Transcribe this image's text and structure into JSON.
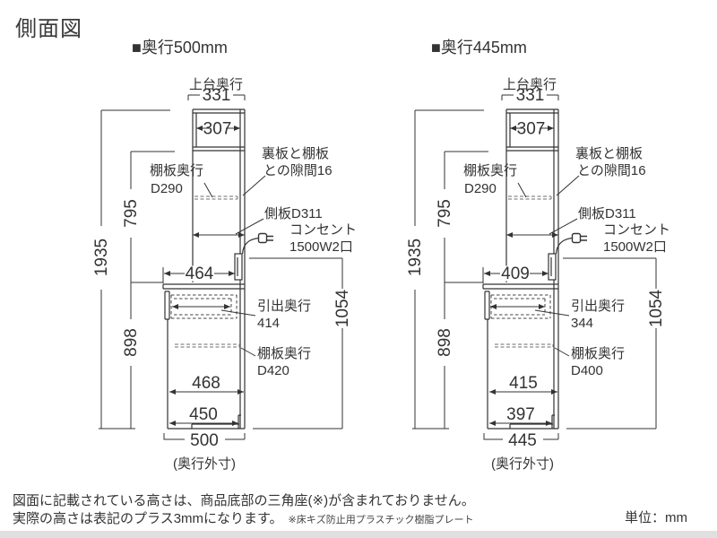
{
  "page": {
    "title": "側面図",
    "unit_label": "単位：mm",
    "footnote_line1": "図面に記載されている高さは、商品底部の三角座(※)が含まれておりません。",
    "footnote_line2": "実際の高さは表記のプラス3mmになります。",
    "footnote_small": "※床キズ防止用プラスチック樹脂プレート"
  },
  "colors": {
    "line": "#333333",
    "text": "#333333",
    "dashed_shelf": "#8a8a8a",
    "background": "#ffffff",
    "bottom_bar": "#e0e0e0"
  },
  "diagrams": [
    {
      "heading": "■奥行500mm",
      "top_depth_label": "上台奥行",
      "top_outer_width": "331",
      "top_inner_width": "307",
      "upper_shelf_label1": "棚板奥行",
      "upper_shelf_label2": "D290",
      "back_gap_label1": "裏板と棚板",
      "back_gap_label2": "との隙間16",
      "side_panel_label": "側板D311",
      "outlet_label1": "コンセント",
      "outlet_label2": "1500W2口",
      "counter_depth": "464",
      "drawer_label1": "引出奥行",
      "drawer_label2": "414",
      "lower_shelf_label1": "棚板奥行",
      "lower_shelf_label2": "D420",
      "inner_depth": "468",
      "base_depth": "450",
      "outer_depth": "500",
      "outer_depth_note": "(奥行外寸)",
      "total_height": "1935",
      "upper_height": "795",
      "lower_height": "898",
      "right_height": "1054"
    },
    {
      "heading": "■奥行445mm",
      "top_depth_label": "上台奥行",
      "top_outer_width": "331",
      "top_inner_width": "307",
      "upper_shelf_label1": "棚板奥行",
      "upper_shelf_label2": "D290",
      "back_gap_label1": "裏板と棚板",
      "back_gap_label2": "との隙間16",
      "side_panel_label": "側板D311",
      "outlet_label1": "コンセント",
      "outlet_label2": "1500W2口",
      "counter_depth": "409",
      "drawer_label1": "引出奥行",
      "drawer_label2": "344",
      "lower_shelf_label1": "棚板奥行",
      "lower_shelf_label2": "D400",
      "inner_depth": "415",
      "base_depth": "397",
      "outer_depth": "445",
      "outer_depth_note": "(奥行外寸)",
      "total_height": "1935",
      "upper_height": "795",
      "lower_height": "898",
      "right_height": "1054"
    }
  ]
}
